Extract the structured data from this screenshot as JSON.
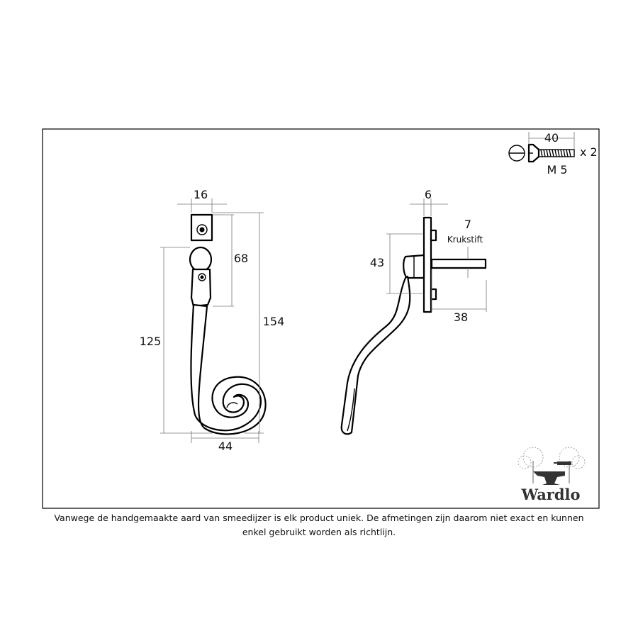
{
  "dimensions": {
    "front_width_top": "16",
    "front_offset": "68",
    "front_height_total": "154",
    "front_height_handle": "125",
    "front_width_bottom": "44",
    "side_plate_thickness": "6",
    "side_height": "43",
    "spindle_size": "7",
    "spindle_label": "Krukstift",
    "spindle_length": "38"
  },
  "screw": {
    "length": "40",
    "quantity": "x 2",
    "thread": "M 5"
  },
  "brand": {
    "name": "Wardlo"
  },
  "caption": "Vanwege de handgemaakte aard van smeedijzer is elk product uniek. De afmetingen zijn daarom niet exact en kunnen enkel gebruikt worden als richtlijn."
}
